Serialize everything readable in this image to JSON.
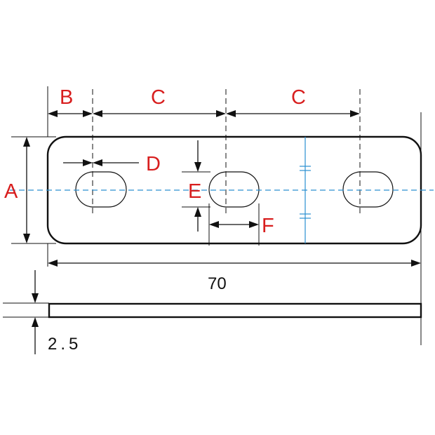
{
  "colors": {
    "outline": "#111111",
    "centerline": "#2a8fd0",
    "label": "#d81e1e"
  },
  "labels": {
    "a": "A",
    "b": "B",
    "c1": "C",
    "c2": "C",
    "d": "D",
    "e": "E",
    "f": "F",
    "length": "70",
    "thickness": "2.5"
  }
}
